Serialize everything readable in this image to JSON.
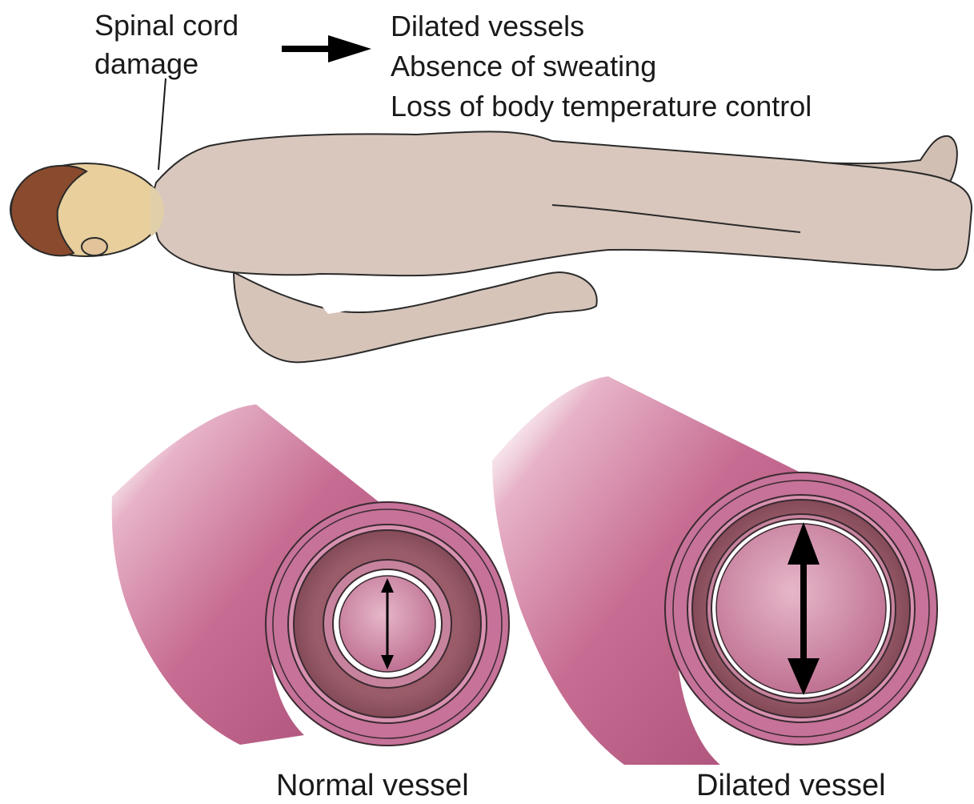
{
  "cause": {
    "line1": "Spinal cord",
    "line2": "damage"
  },
  "effects": [
    "Dilated vessels",
    "Absence of sweating",
    "Loss of body temperature control"
  ],
  "vessels": {
    "normal_label": "Normal vessel",
    "dilated_label": "Dilated vessel"
  },
  "colors": {
    "skin": "#d9c7bd",
    "hair": "#8a4a2e",
    "face": "#e8cf9c",
    "vessel_outer": "#c4698e",
    "vessel_wall": "#8a4e5c",
    "lumen": "#cf8fab",
    "arrow": "#000000"
  }
}
